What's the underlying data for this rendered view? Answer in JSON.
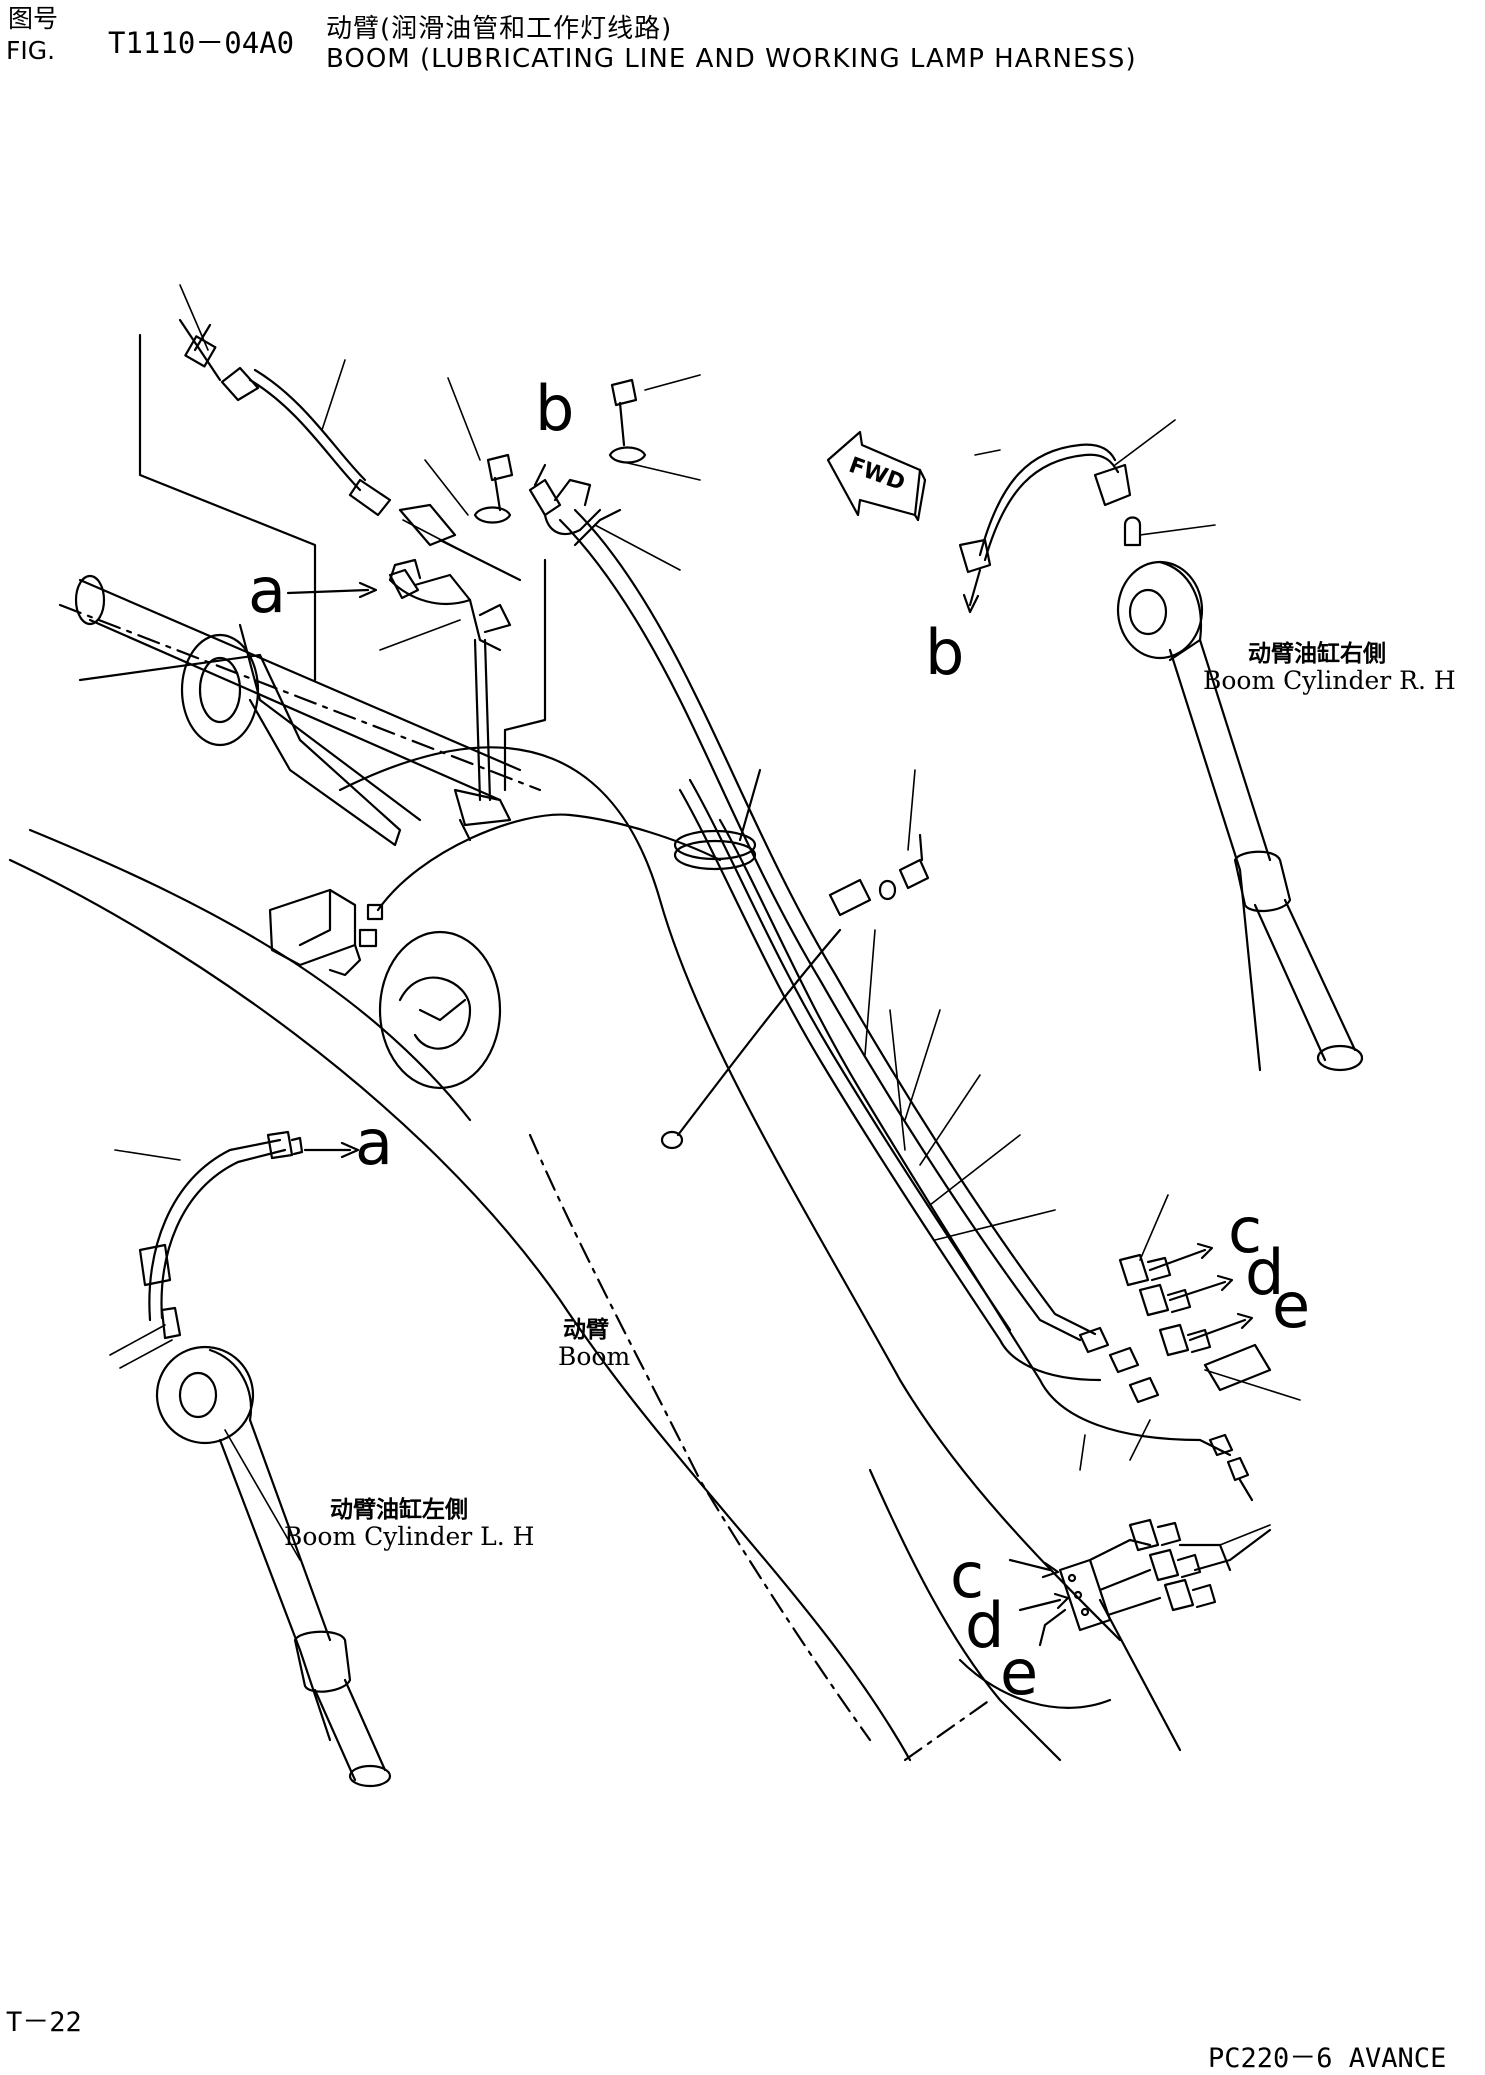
{
  "header": {
    "fig_cn": "图号",
    "fig_en": "FIG.",
    "fig_number": "T1110－04A0",
    "title_cn": "动臂(润滑油管和工作灯线路)",
    "title_en": "BOOM (LUBRICATING LINE AND WORKING LAMP HARNESS)"
  },
  "labels": {
    "a": "a",
    "b": "b",
    "c": "c",
    "d": "d",
    "e": "e",
    "fwd": "FWD",
    "boom_cn": "动臂",
    "boom_en": "Boom",
    "cyl_rh_cn": "动臂油缸右側",
    "cyl_rh_en": "Boom Cylinder R. H",
    "cyl_lh_cn": "动臂油缸左側",
    "cyl_lh_en": "Boom Cylinder L. H"
  },
  "footer": {
    "page": "T－22",
    "model": "PC220－6 AVANCE"
  }
}
